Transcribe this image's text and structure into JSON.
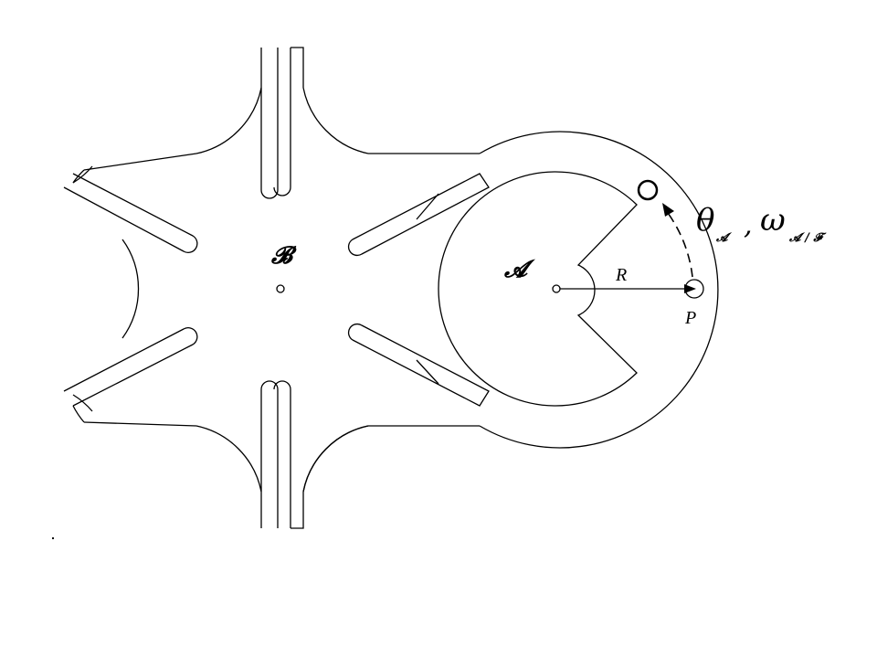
{
  "diagram": {
    "labels": {
      "wheel_b": "𝓑",
      "wheel_a": "𝓐",
      "radius": "R",
      "pin": "P",
      "theta": "θ",
      "theta_sub": "𝓐",
      "comma": ",",
      "omega": "ω",
      "omega_sub": "𝓐 / 𝓕"
    },
    "colors": {
      "stroke": "#000000",
      "background": "#ffffff"
    }
  }
}
